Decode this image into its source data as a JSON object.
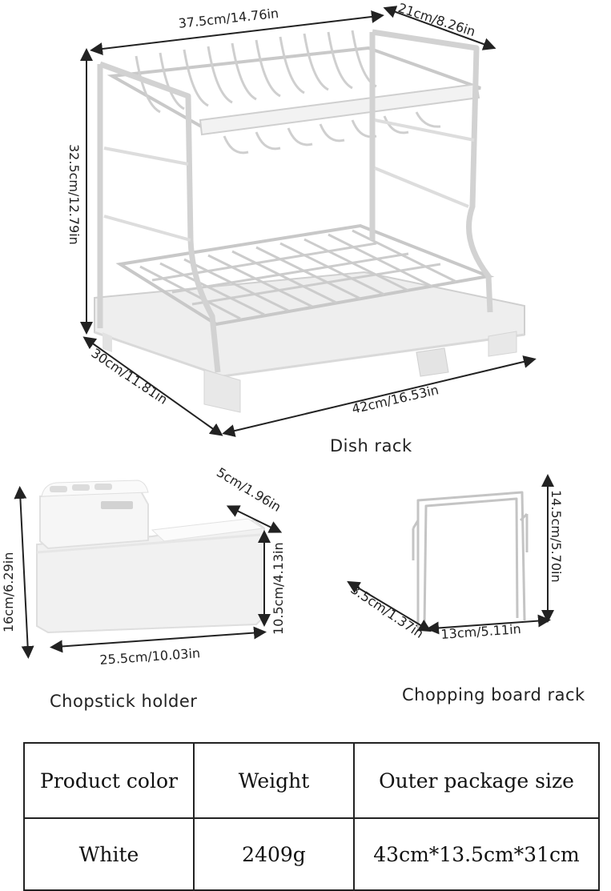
{
  "dish_rack": {
    "caption": "Dish rack",
    "width_top": "37.5cm/14.76in",
    "depth_top": "21cm/8.26in",
    "height": "32.5cm/12.79in",
    "depth_bottom": "30cm/11.81in",
    "width_bottom": "42cm/16.53in"
  },
  "chopstick_holder": {
    "caption": "Chopstick holder",
    "top_width": "5cm/1.96in",
    "total_height": "16cm/6.29in",
    "box_height": "10.5cm/4.13in",
    "width": "25.5cm/10.03in"
  },
  "board_rack": {
    "caption": "Chopping board rack",
    "height": "14.5cm/5.70in",
    "depth": "3.5cm/1.37in",
    "width": "13cm/5.11in"
  },
  "spec_table": {
    "headers": [
      "Product color",
      "Weight",
      "Outer package size"
    ],
    "values": [
      "White",
      "2409g",
      "43cm*13.5cm*31cm"
    ]
  }
}
